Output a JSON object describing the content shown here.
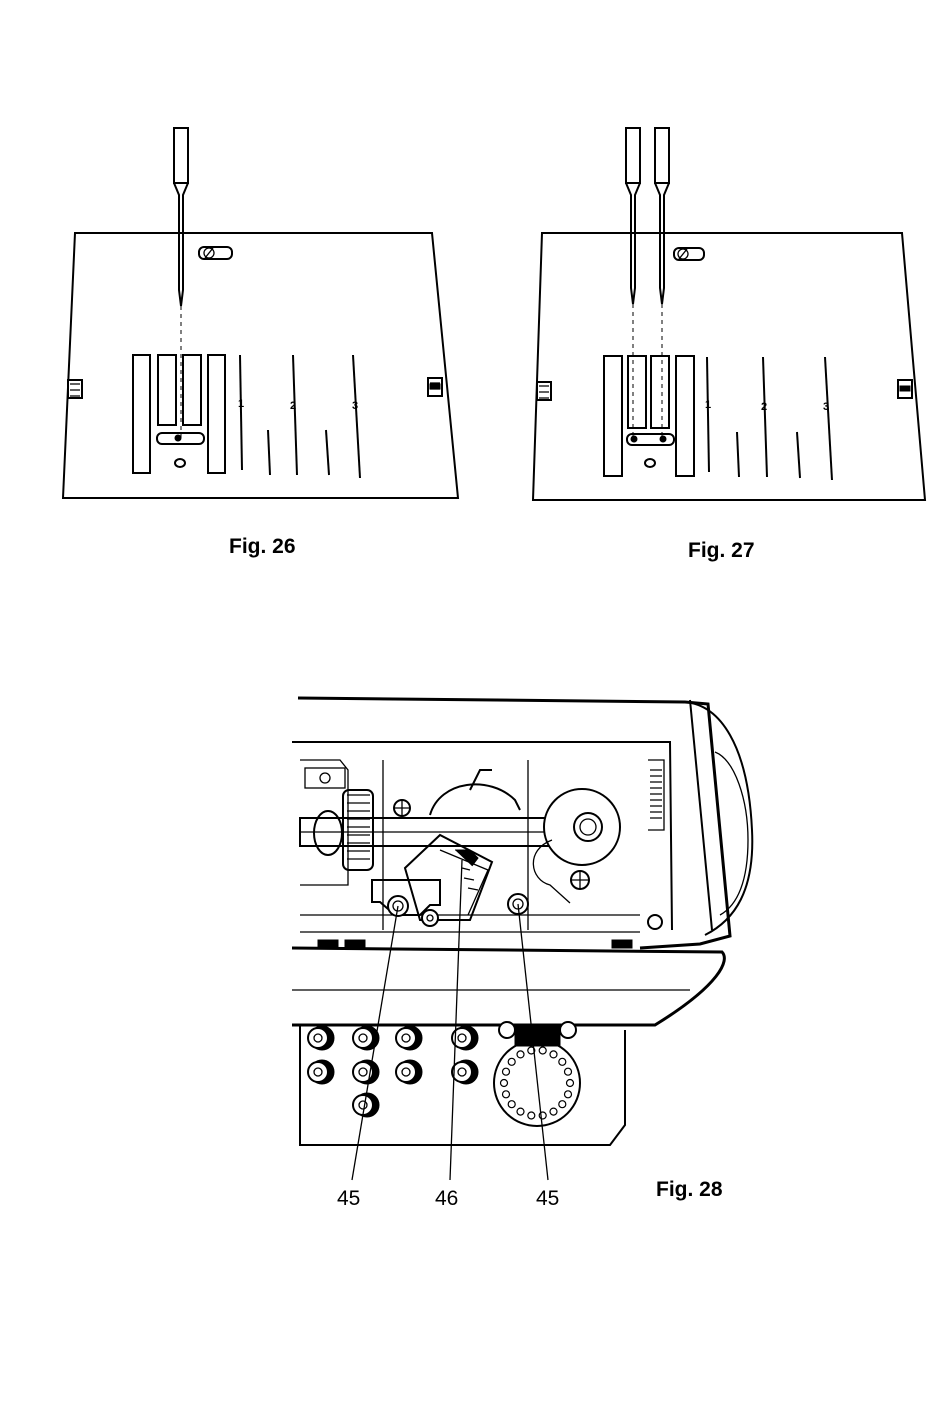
{
  "figures": [
    {
      "id": "fig26",
      "caption": "Fig. 26",
      "scale_marks": [
        "1",
        "2",
        "3"
      ]
    },
    {
      "id": "fig27",
      "caption": "Fig. 27",
      "scale_marks": [
        "1",
        "2",
        "3"
      ]
    },
    {
      "id": "fig28",
      "caption": "Fig. 28",
      "callouts": [
        "45",
        "46",
        "45"
      ]
    }
  ]
}
